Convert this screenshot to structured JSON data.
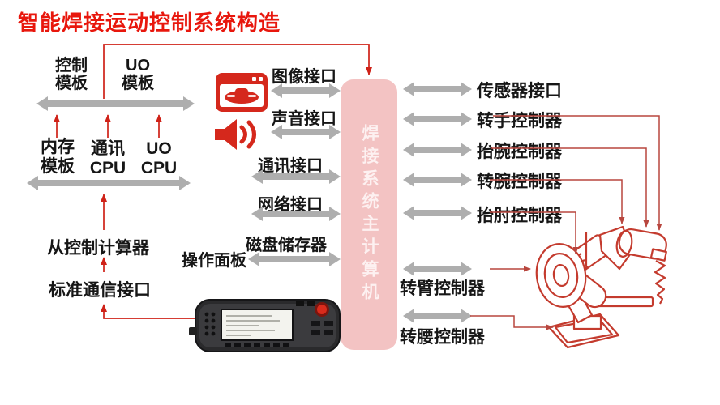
{
  "title": "智能焊接运动控制系统构造",
  "colors": {
    "title_red": "#e8170d",
    "connector_red": "#cf2218",
    "robot_line_red": "#c43b2e",
    "arrow_gray": "#aeaeae",
    "main_box_pink": "#f3c3c3",
    "main_box_text": "#fdf1f1",
    "label_black": "#161616"
  },
  "left_rack": {
    "row1": [
      "控制模板",
      "UO模板"
    ],
    "row2": [
      "内存模板",
      "通讯CPU",
      "UO CPU"
    ],
    "slave_computer": "从控制计算器",
    "standard_comm": "标准通信接口"
  },
  "main_computer": "焊接系统主计算机",
  "peripherals": {
    "image_interface": "图像接口",
    "sound_interface": "声音接口",
    "comm_interface": "通讯接口",
    "network_interface": "网络接口",
    "disk_storage": "磁盘储存器",
    "operation_panel": "操作面板",
    "teach_pendant": "示教盒"
  },
  "controllers": [
    "传感器接口",
    "转手控制器",
    "抬腕控制器",
    "转腕控制器",
    "抬肘控制器",
    "转臂控制器",
    "转腰控制器"
  ],
  "icons": {
    "image": "image-icon",
    "speaker": "speaker-icon",
    "teach_pendant": "teach-pendant-device",
    "robot": "welding-robot-illustration"
  }
}
